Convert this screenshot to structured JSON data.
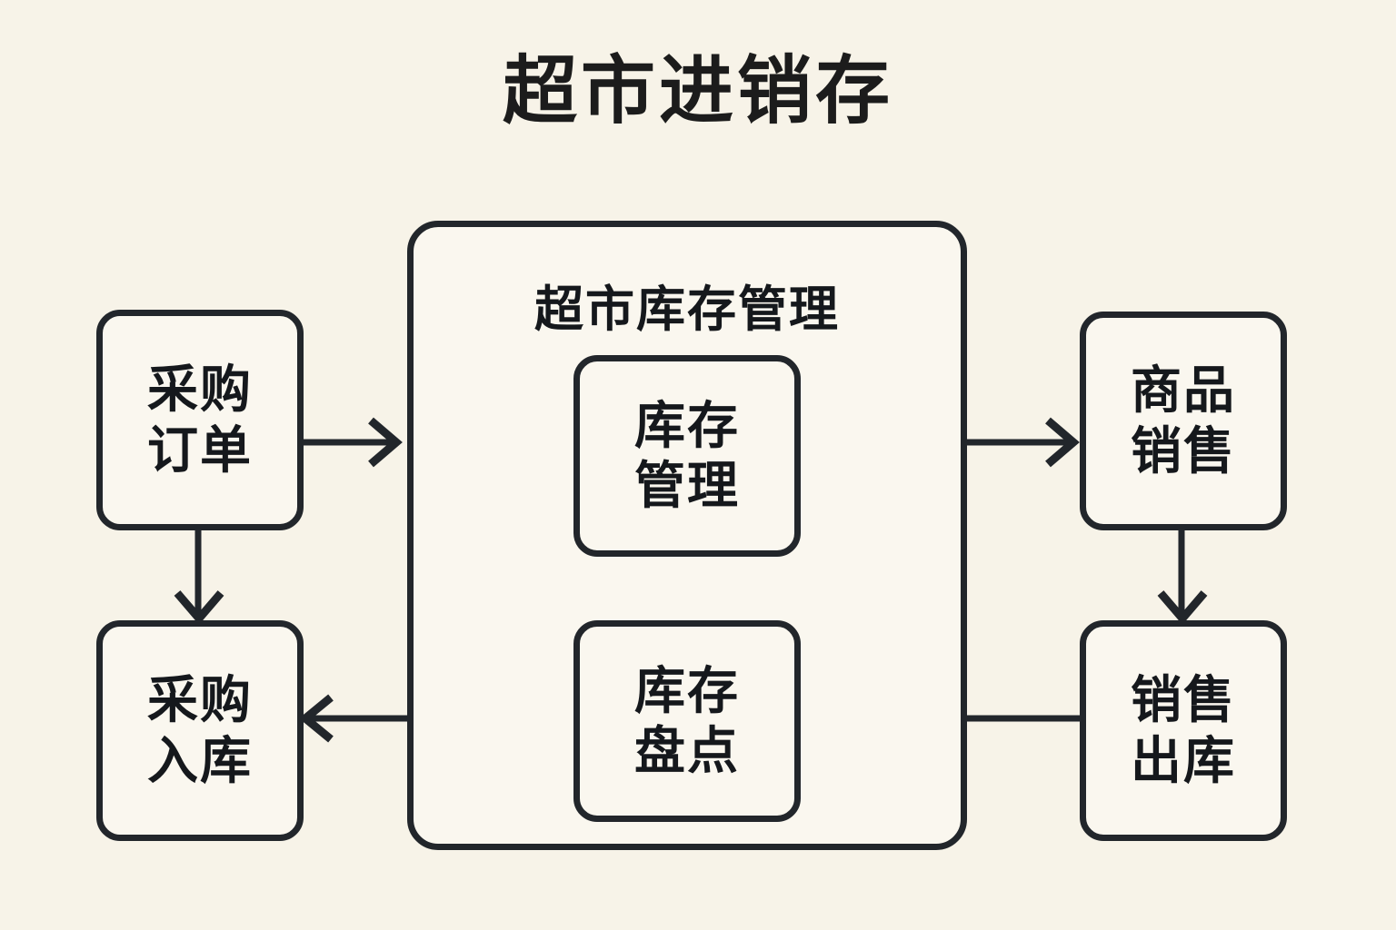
{
  "diagram": {
    "title": "超市进销存",
    "background_color": "#f7f3e8",
    "node_fill_color": "#faf7ef",
    "stroke_color": "#22262b",
    "text_color": "#15181c",
    "group": {
      "id": "warehouse",
      "label": "超市库存管理"
    },
    "nodes": [
      {
        "id": "purchase-order",
        "label": "采购\n订单"
      },
      {
        "id": "purchase-inbound",
        "label": "采购\n入库"
      },
      {
        "id": "inventory-mgmt",
        "label": "库存\n管理"
      },
      {
        "id": "inventory-check",
        "label": "库存\n盘点"
      },
      {
        "id": "product-sales",
        "label": "商品\n销售"
      },
      {
        "id": "sales-outbound",
        "label": "销售\n出库"
      }
    ],
    "edges": [
      {
        "id": "e1",
        "from": "purchase-order",
        "to": "warehouse-group",
        "direction": "right",
        "label": ""
      },
      {
        "id": "e2",
        "from": "purchase-order",
        "to": "purchase-inbound",
        "direction": "down",
        "label": ""
      },
      {
        "id": "e3",
        "from": "inventory-mgmt",
        "to": "product-sales",
        "direction": "right",
        "label": ""
      },
      {
        "id": "e4",
        "from": "inventory-mgmt",
        "to": "inventory-check",
        "direction": "down",
        "label": ""
      },
      {
        "id": "e5",
        "from": "product-sales",
        "to": "sales-outbound",
        "direction": "down",
        "label": ""
      },
      {
        "id": "e6",
        "from": "sales-outbound",
        "to": "purchase-inbound",
        "direction": "left",
        "label": ""
      }
    ]
  }
}
